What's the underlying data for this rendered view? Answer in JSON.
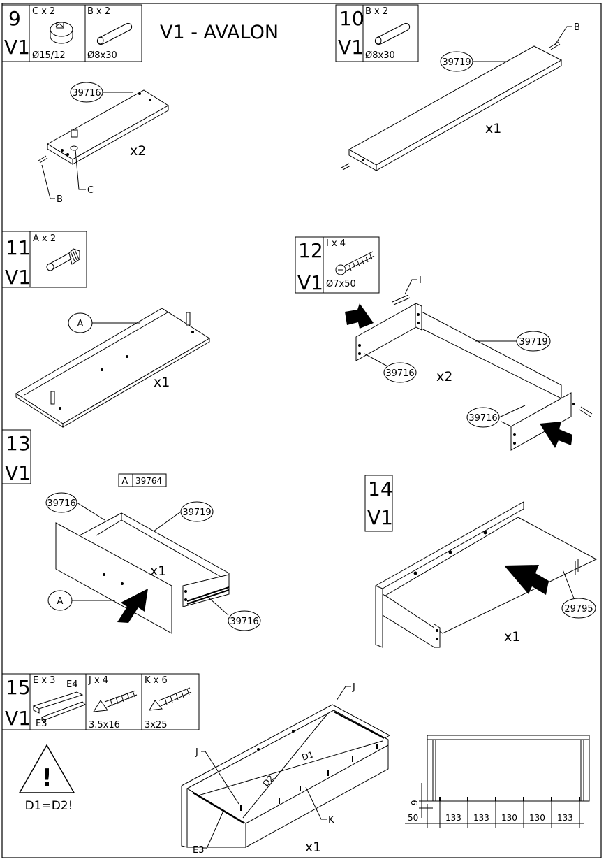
{
  "title": "V1 - AVALON",
  "steps": [
    {
      "num": "9",
      "ver": "V1",
      "parts": [
        {
          "qty": "C x 2",
          "size": "Ø15/12"
        },
        {
          "qty": "B x 2",
          "size": "Ø8x30"
        }
      ]
    },
    {
      "num": "10",
      "ver": "V1",
      "parts": [
        {
          "qty": "B x 2",
          "size": "Ø8x30"
        }
      ]
    },
    {
      "num": "11",
      "ver": "V1",
      "parts": [
        {
          "qty": "A x 2"
        }
      ]
    },
    {
      "num": "12",
      "ver": "V1",
      "parts": [
        {
          "qty": "I x 4",
          "size": "Ø7x50"
        }
      ]
    },
    {
      "num": "13",
      "ver": "V1",
      "ref_letter": "A",
      "ref_code": "39764"
    },
    {
      "num": "14",
      "ver": "V1"
    },
    {
      "num": "15",
      "ver": "V1",
      "parts": [
        {
          "qty": "E x 3",
          "sub1": "E4",
          "sub2": "E3"
        },
        {
          "qty": "J x 4",
          "size": "3.5x16"
        },
        {
          "qty": "K x 6",
          "size": "3x25"
        }
      ]
    }
  ],
  "callouts": {
    "s9_part": "39716",
    "s9_b": "B",
    "s9_c": "C",
    "s9_qty": "x2",
    "s10_part": "39719",
    "s10_b": "B",
    "s10_qty": "x1",
    "s11_a": "A",
    "s11_qty": "x1",
    "s12_i": "I",
    "s12_side": "39719",
    "s12_front1": "39716",
    "s12_front2": "39716",
    "s12_qty": "x2",
    "s13_front": "39716",
    "s13_side": "39719",
    "s13_a": "A",
    "s13_back": "39716",
    "s13_qty": "x1",
    "s14_part": "29795",
    "s14_qty": "x1",
    "s15_j1": "J",
    "s15_j2": "J",
    "s15_k": "K",
    "s15_e3": "E3",
    "s15_d1": "D1",
    "s15_d2": "D2",
    "s15_qty": "x1",
    "warning_mark": "!",
    "warning_text": "D1=D2!"
  },
  "dimensions": {
    "vertical": "9",
    "offset": "50",
    "spacings": [
      "133",
      "133",
      "130",
      "130",
      "133"
    ]
  }
}
